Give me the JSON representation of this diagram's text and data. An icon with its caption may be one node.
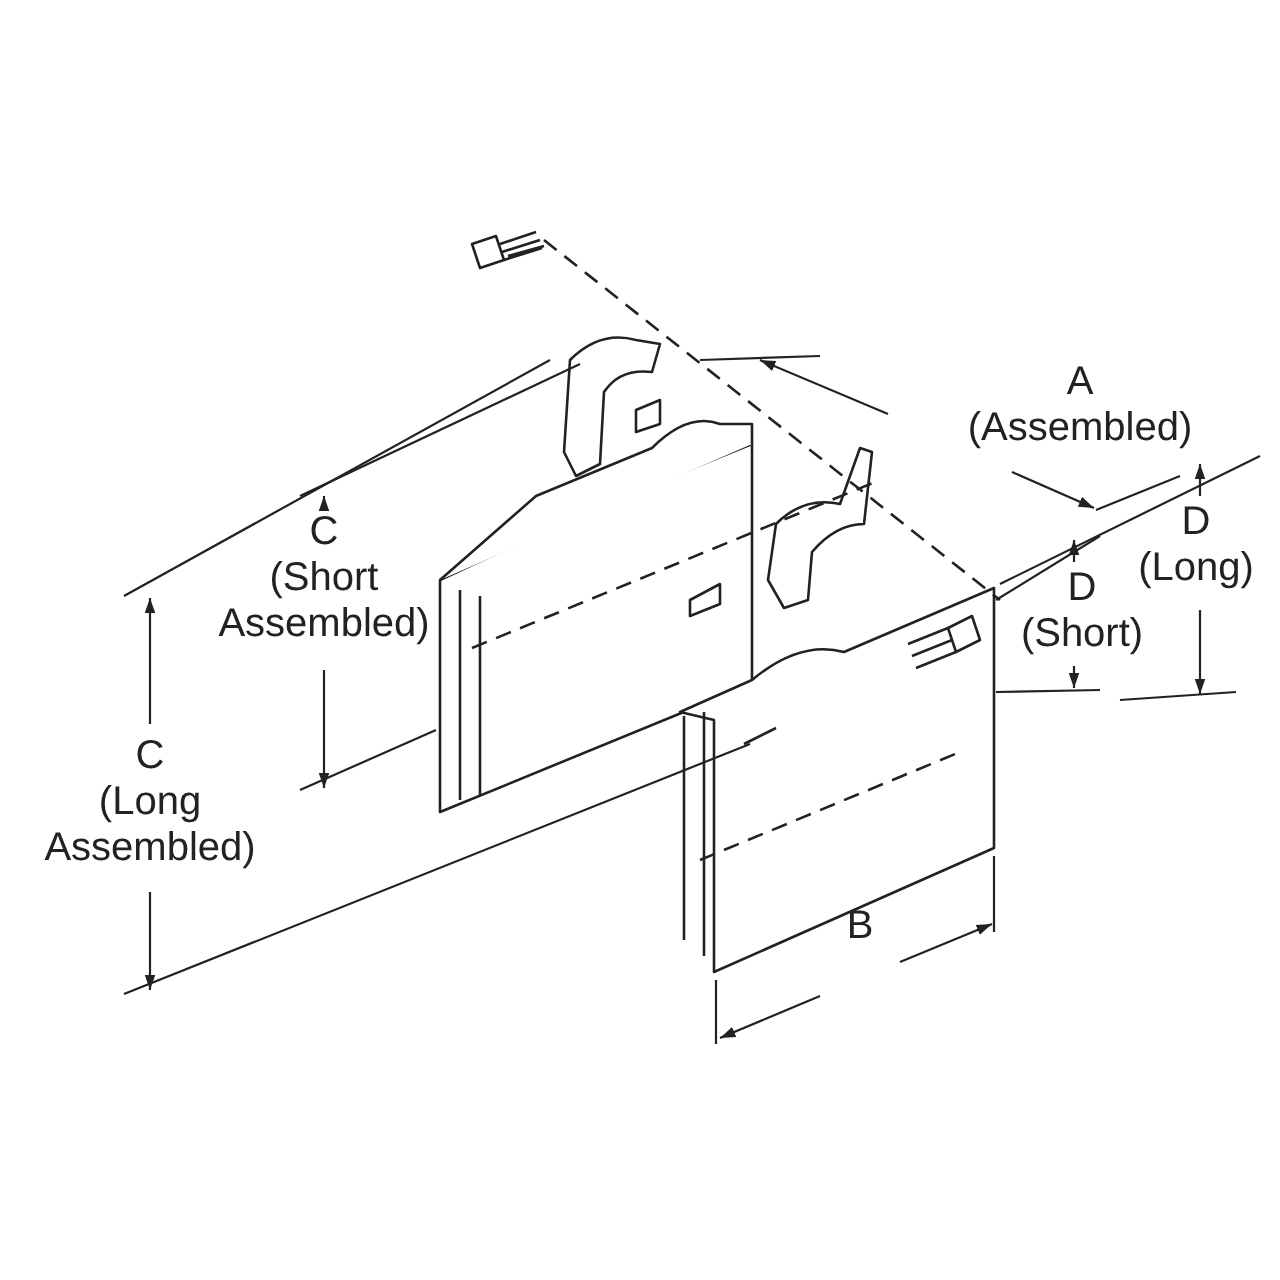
{
  "diagram": {
    "labels": [
      "A (Assembled)",
      "C (Short Assembled)",
      "D (Long)",
      "D (Short)",
      "C (Long Assembled)",
      "B"
    ]
  }
}
